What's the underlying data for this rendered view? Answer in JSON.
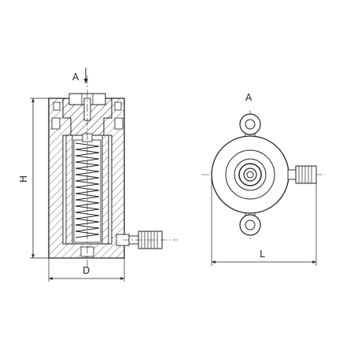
{
  "drawing": {
    "labels": {
      "section_view_arrow": "A",
      "view_title": "A",
      "height": "H",
      "diameter": "D",
      "length": "L"
    },
    "colors": {
      "line": "#222222",
      "background": "#ffffff"
    }
  }
}
